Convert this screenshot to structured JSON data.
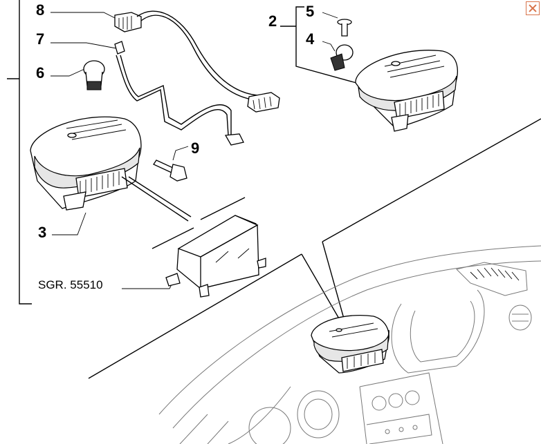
{
  "callouts": {
    "c2": "2",
    "c3": "3",
    "c4": "4",
    "c5": "5",
    "c6": "6",
    "c7": "7",
    "c8": "8",
    "c9": "9"
  },
  "reference": {
    "sgr": "SGR. 55510"
  },
  "icons": {
    "close": "close-icon"
  },
  "colors": {
    "close_accent": "#d8734a",
    "line": "#000000"
  }
}
